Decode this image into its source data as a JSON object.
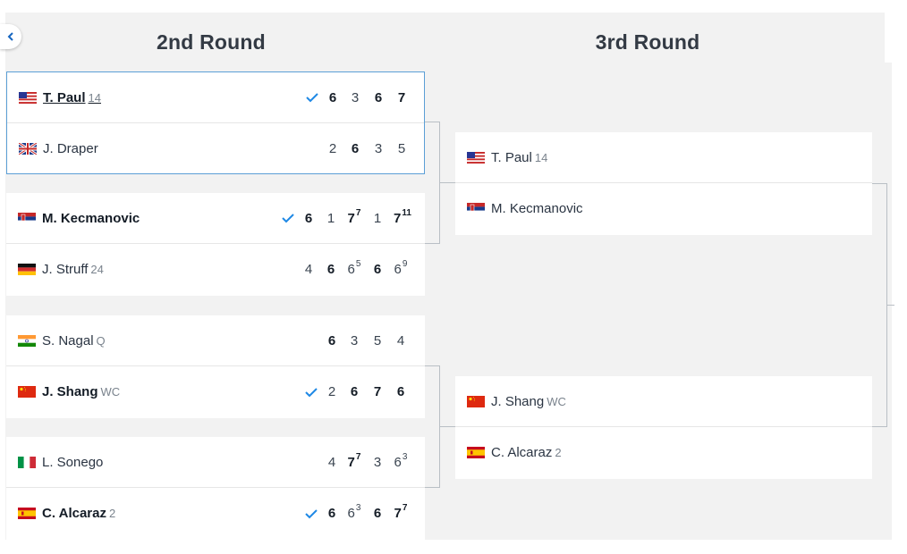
{
  "rounds": {
    "second": "2nd Round",
    "third": "3rd Round"
  },
  "icons": {
    "back": "chevron-left-icon",
    "check": "checkmark-icon"
  },
  "colors": {
    "check": "#1e88e5",
    "highlight_border": "#5b9fd6"
  },
  "second_round": [
    {
      "top": {
        "name": "T. Paul",
        "seed": "14",
        "flag": "usa",
        "winner": true,
        "scores": [
          "6",
          "3",
          "6",
          "7"
        ]
      },
      "bottom": {
        "name": "J. Draper",
        "seed": "",
        "flag": "gbr",
        "winner": false,
        "scores": [
          "2",
          "6",
          "3",
          "5"
        ]
      }
    },
    {
      "top": {
        "name": "M. Kecmanovic",
        "seed": "",
        "flag": "srb",
        "winner": true,
        "scores": [
          "6",
          "1",
          "7",
          "1",
          "7"
        ],
        "tiebreaks": [
          "",
          "",
          "7",
          "",
          "11"
        ]
      },
      "bottom": {
        "name": "J. Struff",
        "seed": "24",
        "flag": "ger",
        "winner": false,
        "scores": [
          "4",
          "6",
          "6",
          "6",
          "6"
        ],
        "tiebreaks": [
          "",
          "",
          "5",
          "",
          "9"
        ]
      }
    },
    {
      "top": {
        "name": "S. Nagal",
        "seed": "Q",
        "flag": "ind",
        "winner": false,
        "scores": [
          "6",
          "3",
          "5",
          "4"
        ]
      },
      "bottom": {
        "name": "J. Shang",
        "seed": "WC",
        "flag": "chn",
        "winner": true,
        "scores": [
          "2",
          "6",
          "7",
          "6"
        ]
      }
    },
    {
      "top": {
        "name": "L. Sonego",
        "seed": "",
        "flag": "ita",
        "winner": false,
        "scores": [
          "4",
          "7",
          "3",
          "6"
        ],
        "tiebreaks": [
          "",
          "7",
          "",
          "3"
        ]
      },
      "bottom": {
        "name": "C. Alcaraz",
        "seed": "2",
        "flag": "esp",
        "winner": true,
        "scores": [
          "6",
          "6",
          "6",
          "7"
        ],
        "tiebreaks": [
          "",
          "3",
          "",
          "7"
        ]
      }
    }
  ],
  "third_round": [
    {
      "top": {
        "name": "T. Paul",
        "seed": "14",
        "flag": "usa"
      },
      "bottom": {
        "name": "M. Kecmanovic",
        "seed": "",
        "flag": "srb"
      }
    },
    {
      "top": {
        "name": "J. Shang",
        "seed": "WC",
        "flag": "chn"
      },
      "bottom": {
        "name": "C. Alcaraz",
        "seed": "2",
        "flag": "esp"
      }
    }
  ]
}
